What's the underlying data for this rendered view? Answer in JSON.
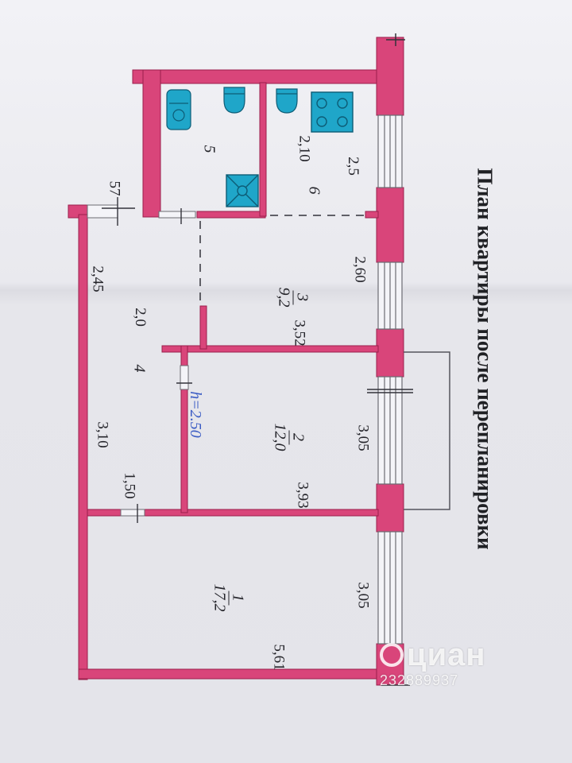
{
  "title": "План квартиры после перепланировки",
  "colors": {
    "wall": "#d9457a",
    "wall_stroke": "#9a1f4c",
    "fixture": "#1fa6c9",
    "height_text": "#3b5cc4"
  },
  "rooms": [
    {
      "number": "1",
      "area": "17,2"
    },
    {
      "number": "2",
      "area": "12,0"
    },
    {
      "number": "3",
      "area": "9,2"
    },
    {
      "number": "4",
      "area": ""
    },
    {
      "number": "5",
      "area": ""
    },
    {
      "number": "6",
      "area": ""
    }
  ],
  "dimensions": {
    "d_2_5": "2,5",
    "d_2_10": "2,10",
    "d_2_60": "2,60",
    "d_3_52": "3,52",
    "d_3_05_a": "3,05",
    "d_3_93": "3,93",
    "d_3_05_b": "3,05",
    "d_5_61": "5,61",
    "d_57": "57",
    "d_2_45": "2,45",
    "d_2_0": "2,0",
    "d_3_10": "3,10",
    "d_1_50": "1,50"
  },
  "ceiling_height": "h=2.50",
  "watermark": {
    "brand": "циан",
    "listing_id": "232889937"
  },
  "fixtures": [
    "toilet-icon",
    "sink-icon",
    "bathtub-icon",
    "shower-tray-icon",
    "stove-icon"
  ]
}
